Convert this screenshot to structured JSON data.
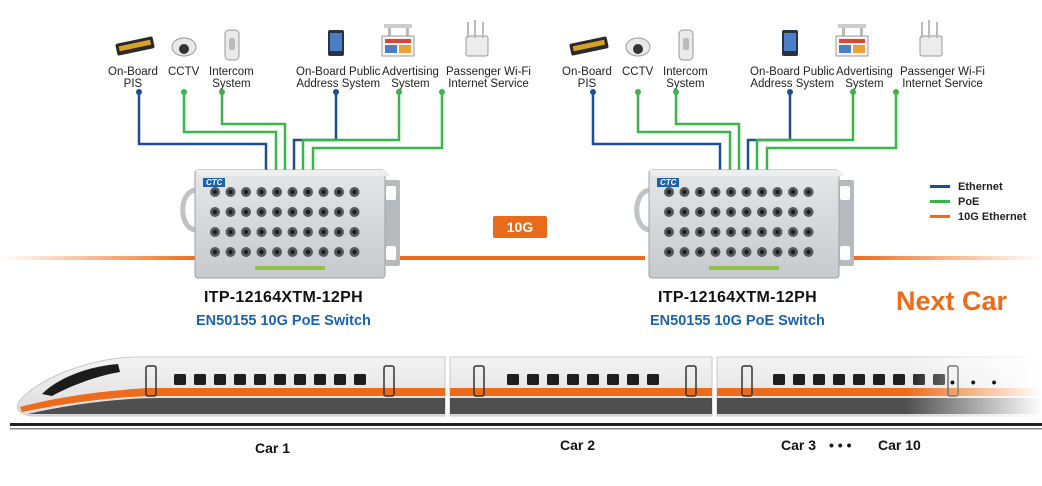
{
  "devices": [
    {
      "label": "On-Board\nPIS"
    },
    {
      "label": "CCTV"
    },
    {
      "label": "Intercom\nSystem"
    },
    {
      "label": "On-Board Public\nAddress System"
    },
    {
      "label": "Advertising\nSystem"
    },
    {
      "label": "Passenger Wi-Fi\nInternet Service"
    }
  ],
  "switches": [
    {
      "model": "ITP-12164XTM-12PH",
      "subtitle": "EN50155 10G PoE Switch",
      "brand": "CTC"
    },
    {
      "model": "ITP-12164XTM-12PH",
      "subtitle": "EN50155 10G PoE Switch",
      "brand": "CTC"
    }
  ],
  "link_label": "10G",
  "next_car": "Next Car",
  "legend": [
    {
      "label": "Ethernet",
      "color": "#1f4f8f"
    },
    {
      "label": "PoE",
      "color": "#3ab54a"
    },
    {
      "label": "10G Ethernet",
      "color": "#ee6b1a"
    }
  ],
  "cars": {
    "car1": "Car 1",
    "car2": "Car 2",
    "car3": "Car 3",
    "dots": "• • •",
    "car10": "Car 10"
  },
  "colors": {
    "ethernet": "#1f4f8f",
    "poe": "#3ab54a",
    "ten_g": "#ee6b1a",
    "subtitle": "#1a63b0"
  }
}
